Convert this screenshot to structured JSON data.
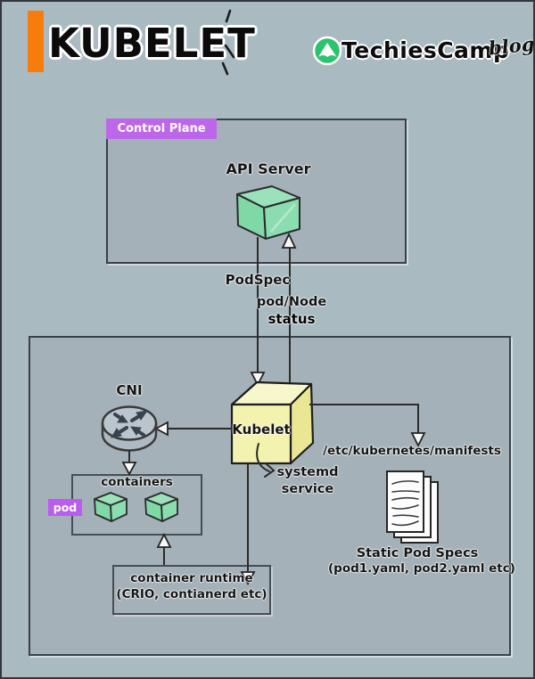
{
  "header": {
    "title": "KUBELET",
    "brand_name": "TechiesCamp",
    "brand_suffix": "blog"
  },
  "colors": {
    "page_bg": "#a9bbc1",
    "panel_bg": "#a5b1b8",
    "border": "#3a4047",
    "accent_orange": "#f87c0c",
    "label_purple": "#bd66ea",
    "pod_purple": "#bb5cf0",
    "brand_green": "#2cc36e",
    "cube_green": "#7fd9a7",
    "cube_green_top": "#9be1b9",
    "cube_yellow": "#f3f2ae",
    "cube_yellow_top": "#f8f7cc",
    "cube_yellow_side": "#e9e794"
  },
  "control_plane": {
    "label": "Control Plane",
    "api_server_label": "API Server"
  },
  "edges": {
    "podspec": "PodSpec",
    "pod_node_line1": "pod/Node",
    "pod_node_line2": "status",
    "systemd_line1": "systemd",
    "systemd_line2": "service"
  },
  "worker": {
    "kubelet_label": "Kubelet",
    "cni_label": "CNI",
    "containers_label": "containers",
    "pod_label": "pod",
    "runtime_line1": "container runtime",
    "runtime_line2": "(CRIO, contianerd etc)",
    "manifests_path": "/etc/kubernetes/manifests",
    "static_pods_line1": "Static Pod Specs",
    "static_pods_line2": "(pod1.yaml, pod2.yaml etc)"
  }
}
